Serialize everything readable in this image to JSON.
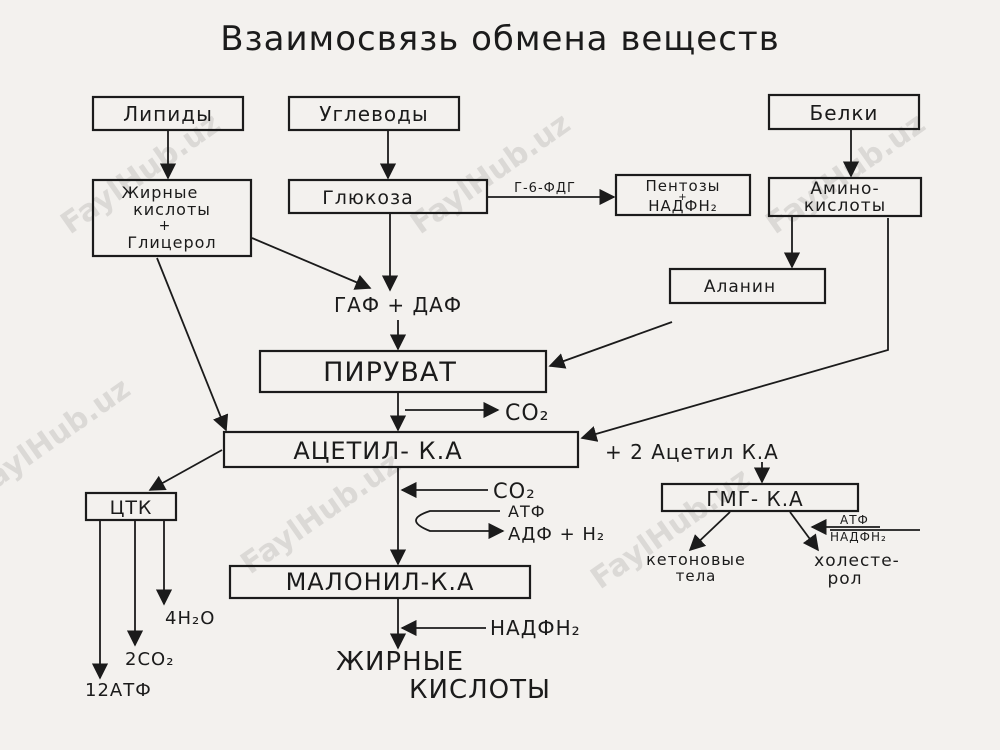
{
  "title": "Взаимосвязь обмена веществ",
  "watermark": "FaylHub.uz",
  "nodes": {
    "lipids": "Липиды",
    "carbs": "Углеводы",
    "proteins": "Белки",
    "fatty_acids_l1": "Жирные",
    "fatty_acids_l2": "кислоты",
    "fatty_acids_l3": "+",
    "fatty_acids_l4": "Глицерол",
    "glucose": "Глюкоза",
    "g6fdg": "Г-6-ФДГ",
    "pentoses_l1": "Пентозы",
    "pentoses_l2": "+",
    "pentoses_l3": "НАДФН₂",
    "amino_l1": "Амино-",
    "amino_l2": "кислоты",
    "alanine": "Аланин",
    "gaf": "ГАФ + ДАФ",
    "pyruvate": "ПИРУВАТ",
    "co2_a": "CO₂",
    "acetyl": "АЦЕТИЛ- К.А",
    "plus_acetyl": "+ 2 Ацетил К.А",
    "ctk": "ЦТК",
    "co2_b": "CO₂",
    "atf": "АТФ",
    "adf": "АДФ + Н₂",
    "hmg": "ГМГ- К.А",
    "atf_small": "АТФ",
    "nadfh_small": "НАДФН₂",
    "ketone_l1": "кетоновые",
    "ketone_l2": "тела",
    "chol_l1": "холесте-",
    "chol_l2": "рол",
    "malonyl": "МАЛОНИЛ-К.А",
    "h2o": "4Н₂О",
    "co2_c": "2СО₂",
    "atp12": "12АТФ",
    "nadfh": "НАДФН₂",
    "fa_out_l1": "ЖИРНЫЕ",
    "fa_out_l2": "КИСЛОТЫ"
  }
}
